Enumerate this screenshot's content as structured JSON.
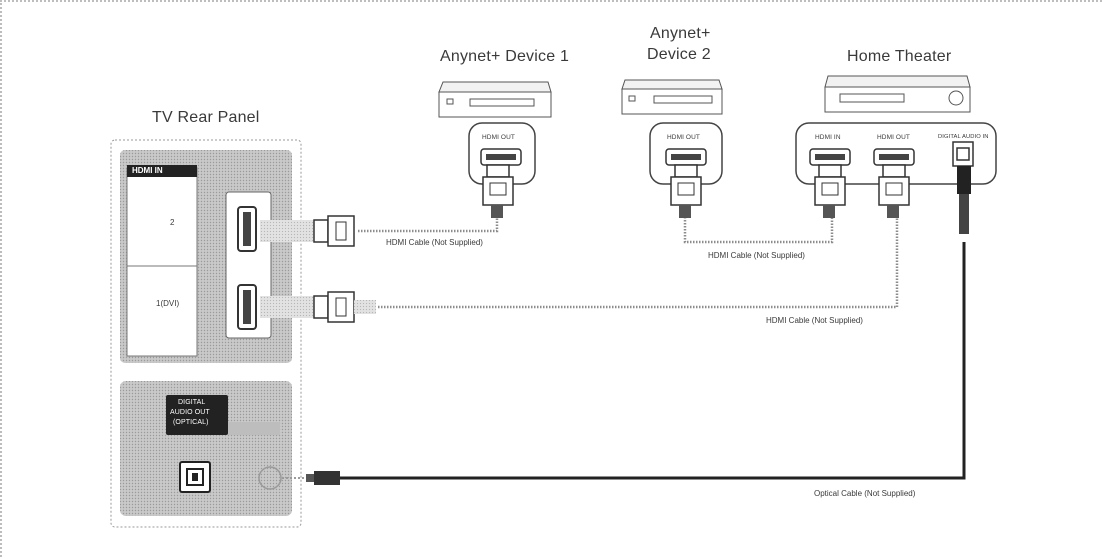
{
  "devices": {
    "anynet1": "Anynet+ Device 1",
    "anynet2_line1": "Anynet+",
    "anynet2_line2": "Device 2",
    "home_theater": "Home Theater"
  },
  "tv": {
    "title": "TV Rear Panel",
    "hdmi_in": "HDMI IN",
    "port2": "2",
    "port1": "1(DVI)",
    "digital_audio_out_line1": "DIGITAL",
    "digital_audio_out_line2": "AUDIO OUT",
    "digital_audio_out_line3": "(OPTICAL)"
  },
  "ports": {
    "hdmi_out": "HDMI OUT",
    "hdmi_in": "HDMI IN",
    "digital_audio_in": "DIGITAL AUDIO IN"
  },
  "cables": {
    "hdmi_cable": "HDMI Cable (Not Supplied)",
    "optical_cable": "Optical Cable (Not Supplied)"
  }
}
